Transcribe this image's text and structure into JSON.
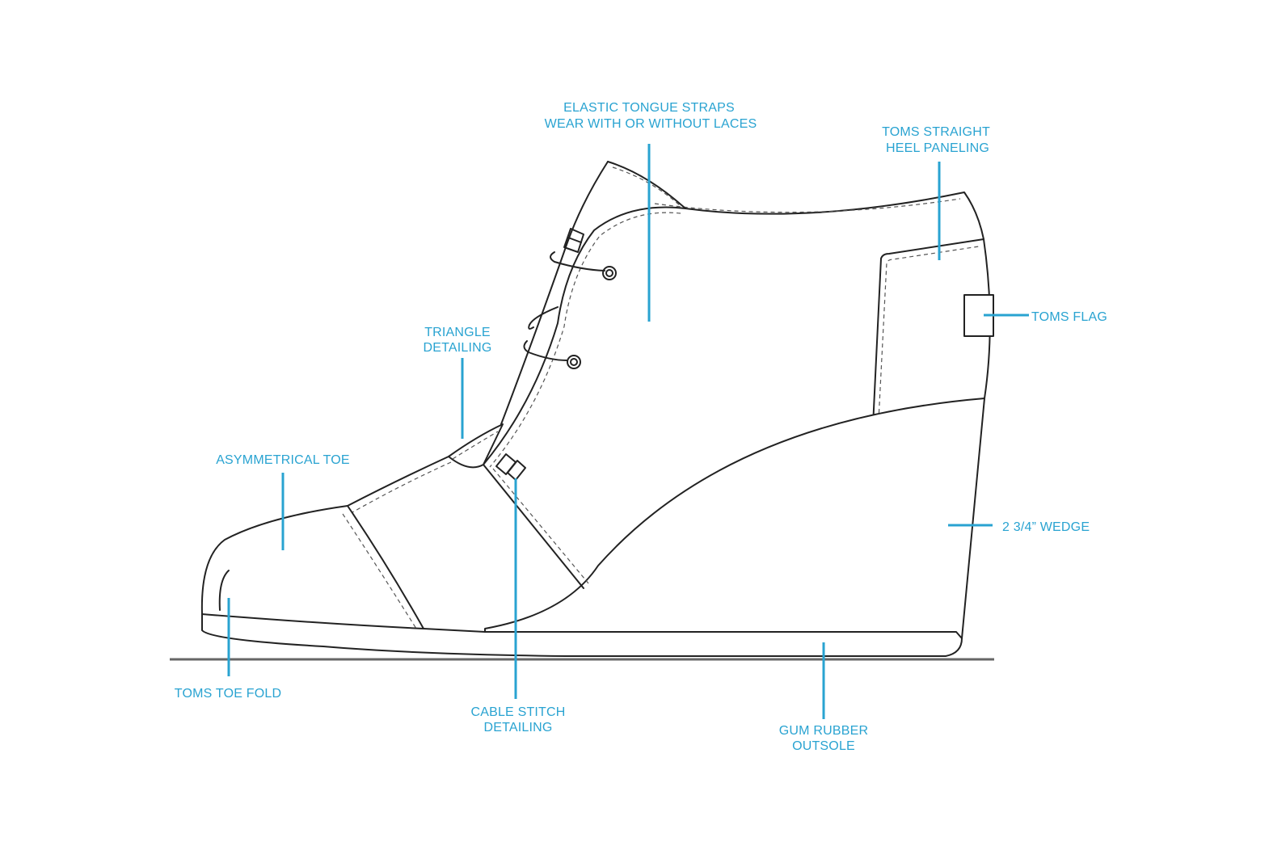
{
  "colors": {
    "callout": "#29a3d1",
    "outline": "#222222",
    "background": "#ffffff"
  },
  "callouts": {
    "elastic_tongue_straps": {
      "line1": "ELASTIC TONGUE STRAPS",
      "line2": "WEAR WITH OR WITHOUT LACES"
    },
    "heel_paneling": {
      "line1": "TOMS STRAIGHT",
      "line2": "HEEL PANELING"
    },
    "toms_flag": {
      "line1": "TOMS FLAG"
    },
    "triangle_detailing": {
      "line1": "TRIANGLE",
      "line2": "DETAILING"
    },
    "asymmetrical_toe": {
      "line1": "ASYMMETRICAL TOE"
    },
    "wedge": {
      "line1": "2 3/4” WEDGE"
    },
    "toe_fold": {
      "line1": "TOMS TOE FOLD"
    },
    "cable_stitch": {
      "line1": "CABLE STITCH",
      "line2": "DETAILING"
    },
    "outsole": {
      "line1": "GUM RUBBER",
      "line2": "OUTSOLE"
    }
  }
}
